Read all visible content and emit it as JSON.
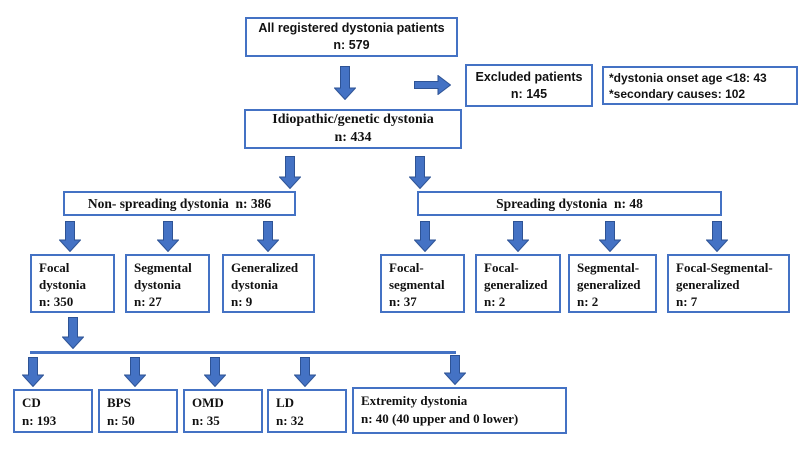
{
  "colors": {
    "box_border": "#4472C4",
    "arrow_fill": "#4472C4",
    "arrow_outline": "#2E5395",
    "background": "#FFFFFF",
    "text": "#111111"
  },
  "nodes": {
    "all_registered": {
      "line1": "All registered dystonia patients",
      "line2": "n: 579"
    },
    "excluded": {
      "line1": "Excluded patients",
      "line2": "n: 145"
    },
    "exclusion_notes": {
      "line1": "*dystonia onset age <18: 43",
      "line2": "*secondary causes: 102"
    },
    "idiopathic_genetic": {
      "line1": "Idiopathic/genetic dystonia",
      "line2": "n: 434"
    },
    "non_spreading": {
      "label": "Non- spreading dystonia  n: 386"
    },
    "spreading": {
      "label": "Spreading dystonia  n: 48"
    },
    "focal": {
      "line1": "Focal",
      "line2": "dystonia",
      "line3": "n: 350"
    },
    "segmental": {
      "line1": "Segmental",
      "line2": "dystonia",
      "line3": "n: 27"
    },
    "generalized": {
      "line1": "Generalized",
      "line2": "dystonia",
      "line3": "n: 9"
    },
    "focal_segmental": {
      "line1": "Focal-",
      "line2": "segmental",
      "line3": "n: 37"
    },
    "focal_generalized": {
      "line1": "Focal-",
      "line2": "generalized",
      "line3": "n: 2"
    },
    "segmental_generalized": {
      "line1": "Segmental-",
      "line2": "generalized",
      "line3": "n: 2"
    },
    "focal_segmental_generalized": {
      "line1": "Focal-Segmental-",
      "line2": "generalized",
      "line3": "n: 7"
    },
    "cd": {
      "line1": "CD",
      "line2": "n: 193"
    },
    "bps": {
      "line1": "BPS",
      "line2": "n: 50"
    },
    "omd": {
      "line1": "OMD",
      "line2": "n: 35"
    },
    "ld": {
      "line1": "LD",
      "line2": "n: 32"
    },
    "extremity": {
      "line1": "Extremity dystonia",
      "line2": "n: 40 (40 upper and 0 lower)"
    }
  }
}
